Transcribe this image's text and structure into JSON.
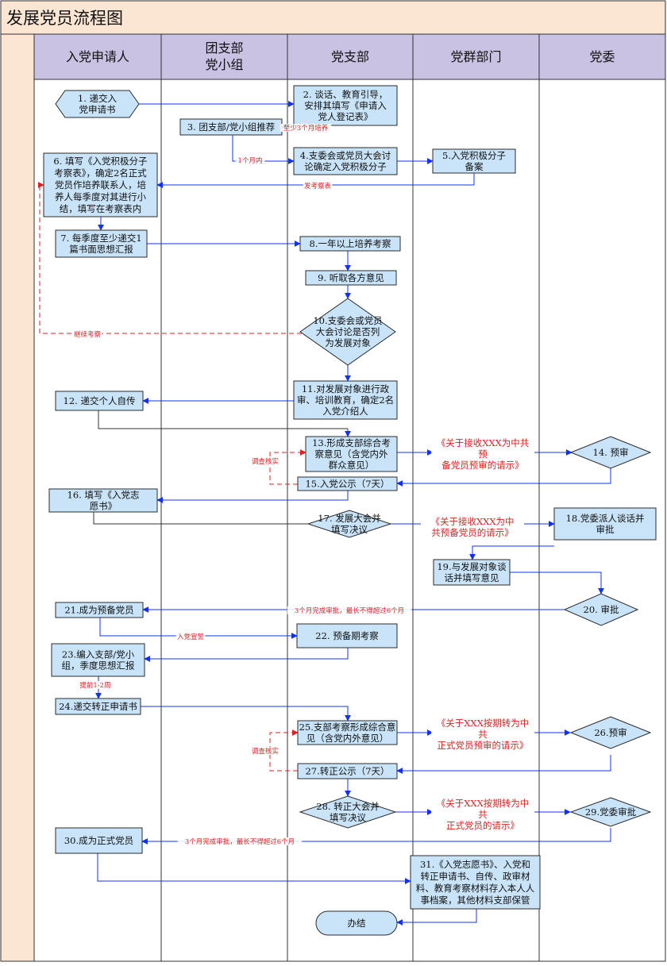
{
  "title": "发展党员流程图",
  "colors": {
    "header_bg": "#c9c2e3",
    "node_fill": "#c9e4f8",
    "arrow": "#1030ff",
    "note": "#e02020",
    "title_bg": "#fbe6d3"
  },
  "lanes": [
    {
      "line1": "入党申请人",
      "line2": ""
    },
    {
      "line1": "团支部",
      "line2": "党小组"
    },
    {
      "line1": "党支部",
      "line2": ""
    },
    {
      "line1": "党群部门",
      "line2": ""
    },
    {
      "line1": "党委",
      "line2": ""
    }
  ],
  "nodes": {
    "n1": [
      "1. 递交入",
      "党申请书"
    ],
    "n2": [
      "2. 谈话、教育引导，",
      "安排其填写《申请入",
      "党人登记表》"
    ],
    "n3": [
      "3. 团支部/党小组推荐"
    ],
    "n4": [
      "4.支委会或党员大会讨",
      "论确定入党积极分子"
    ],
    "n5": [
      "5.入党积极分子",
      "备案"
    ],
    "n6": [
      "6. 填写《入党积极分子",
      "考察表》，确定2名正式",
      "党员作培养联系人，培",
      "养人每季度对其进行小",
      "结，填写在考察表内"
    ],
    "n7": [
      "7. 每季度至少递交1",
      "篇书面思想汇报"
    ],
    "n8": [
      "8.一年以上培养考察"
    ],
    "n9": [
      "9. 听取各方意见"
    ],
    "n10": [
      "10.支委会或党员",
      "大会讨论是否列",
      "为发展对象"
    ],
    "n11": [
      "11.对发展对象进行政",
      "审、培训教育，确定2名",
      "入党介绍人"
    ],
    "n12": [
      "12. 递交个人自传"
    ],
    "n13": [
      "13.形成支部综合考",
      "察意见（含党内外",
      "群众意见）"
    ],
    "n14": [
      "14. 预审"
    ],
    "n15": [
      "15.入党公示（7天）"
    ],
    "n16": [
      "16. 填写《入党志",
      "愿书》"
    ],
    "n17": [
      "17. 发展大会并",
      "填写决议"
    ],
    "n18": [
      "18.党委派人谈话并",
      "审批"
    ],
    "n19": [
      "19.与发展对象谈",
      "话并填写意见"
    ],
    "n20": [
      "20. 审批"
    ],
    "n21": [
      "21.成为预备党员"
    ],
    "n22": [
      "22. 预备期考察"
    ],
    "n23": [
      "23.编入支部/党小",
      "组，季度思想汇报"
    ],
    "n24": [
      "24.递交转正申请书"
    ],
    "n25": [
      "25.支部考察形成综合意",
      "见（含党内外意见）"
    ],
    "n26": [
      "26.预审"
    ],
    "n27": [
      "27.转正公示（7天）"
    ],
    "n28": [
      "28. 转正大会并",
      "填写决议"
    ],
    "n29": [
      "29.党委审批"
    ],
    "n30": [
      "30.成为正式党员"
    ],
    "n31": [
      "31.《入党志愿书》、入党和",
      "转正申请书、自传、政审材",
      "料、教育考察材料存入本人人",
      "事档案，其他材料支部保管"
    ],
    "end": [
      "办结"
    ]
  },
  "labels": {
    "l_3months": "至少3个月培养",
    "l_1month": "1个月内",
    "l_issue": "发考察表",
    "l_continue": "继续考察",
    "l_adjust1": "调查核实",
    "l_adjust2": "调查核实",
    "l_approve1": "3个月完成审批，最长不得超过6个月",
    "l_oath": "入党宣誓",
    "l_early": "提前1-2周",
    "l_approve2": "3个月完成审批，最长不得超过6个月"
  },
  "requests": {
    "r1": [
      "《关于接收XXX为中共",
      "预",
      "备党员预审的请示》"
    ],
    "r2": [
      "《关于接收XXX为中",
      "共预备党员的请示》"
    ],
    "r3": [
      "《关于XXX按期转为中",
      "共",
      "正式党员预审的请示》"
    ],
    "r4": [
      "《关于XXX按期转为中",
      "共",
      "正式党员的请示》"
    ]
  }
}
